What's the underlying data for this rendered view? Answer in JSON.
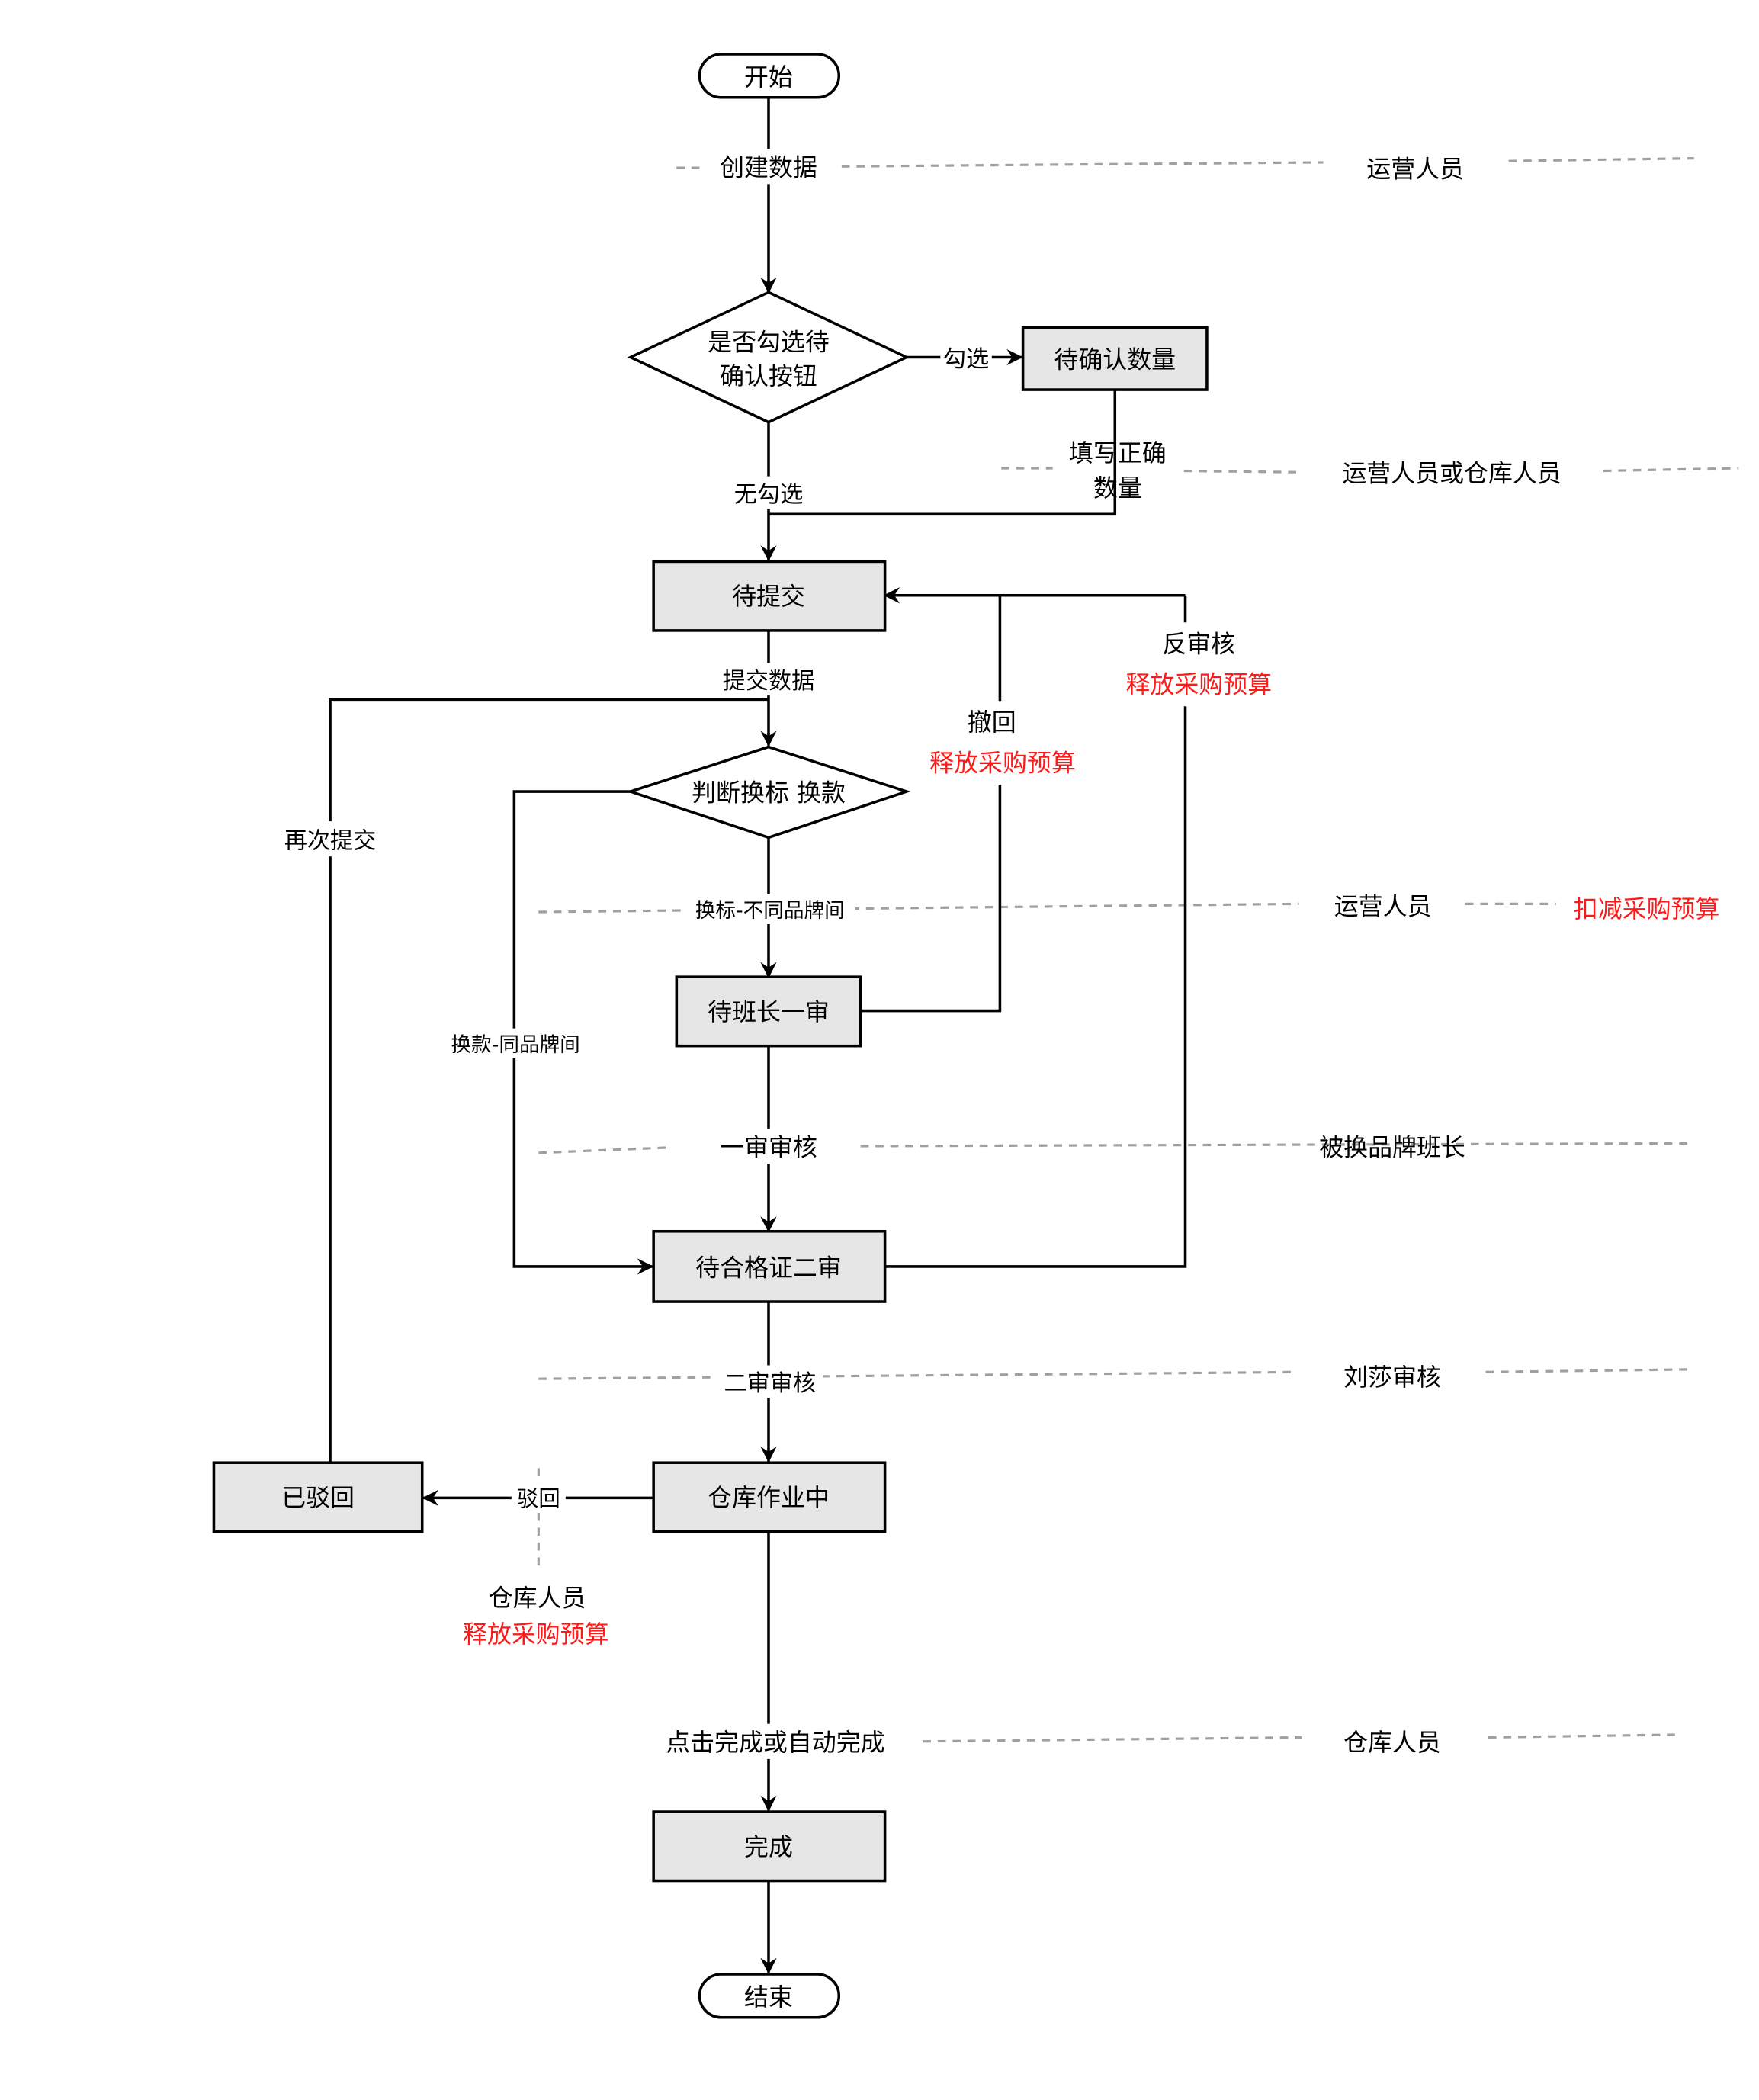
{
  "nodes": {
    "start": "开始",
    "decision_checkbox": [
      "是否勾选待",
      "确认按钮"
    ],
    "pending_confirm_qty": "待确认数量",
    "pending_submit": "待提交",
    "decision_swap": "判断换标 换款",
    "pending_leader_review": "待班长一审",
    "pending_cert_review": "待合格证二审",
    "rejected": "已驳回",
    "warehouse_in_progress": "仓库作业中",
    "completed": "完成",
    "end": "结束"
  },
  "edge_labels": {
    "create_data": "创建数据",
    "checked": "勾选",
    "unchecked": "无勾选",
    "fill_correct_qty": [
      "填写正确",
      "数量"
    ],
    "submit_data": "提交数据",
    "resubmit": "再次提交",
    "withdraw": "撤回",
    "withdraw_note": "释放采购预算",
    "reverse_audit": "反审核",
    "reverse_audit_note": "释放采购预算",
    "swap_label_diff_brand": "换标-不同品牌间",
    "swap_style_same_brand": "换款-同品牌间",
    "first_review": "一审审核",
    "second_review": "二审审核",
    "reject": "驳回",
    "click_or_auto_complete": "点击完成或自动完成"
  },
  "roles": {
    "lane1": "运营人员",
    "lane2": "运营人员或仓库人员",
    "lane3": "运营人员",
    "lane3_note": "扣减采购预算",
    "lane4": "被换品牌班长",
    "lane5": "刘莎审核",
    "reject_role": "仓库人员",
    "reject_note": "释放采购预算",
    "lane6": "仓库人员"
  },
  "colors": {
    "node_fill": "#e6e6e6",
    "note_red": "#ff1a1a",
    "guide_gray": "#a0a0a0"
  }
}
